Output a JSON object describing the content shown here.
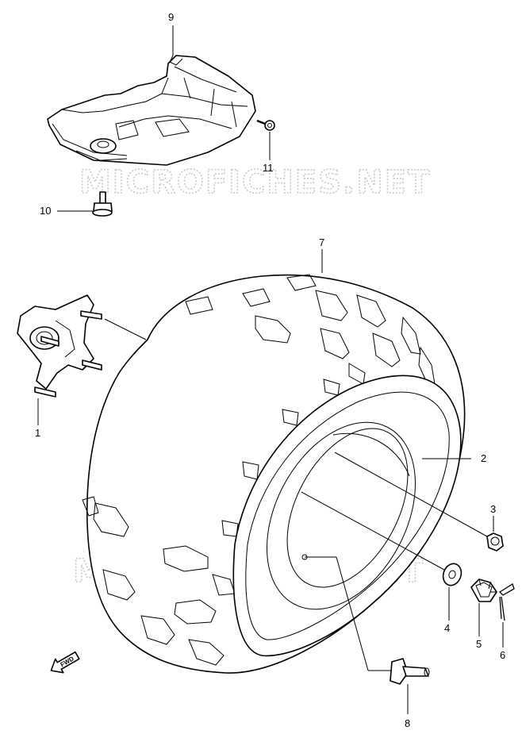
{
  "watermark": "MICROFICHES.NET",
  "fwd_label": "FWD",
  "callouts": [
    {
      "id": "1",
      "part": "hub"
    },
    {
      "id": "2",
      "part": "rim"
    },
    {
      "id": "3",
      "part": "nut"
    },
    {
      "id": "4",
      "part": "washer"
    },
    {
      "id": "5",
      "part": "castle-nut"
    },
    {
      "id": "6",
      "part": "cotter-pin"
    },
    {
      "id": "7",
      "part": "tire"
    },
    {
      "id": "8",
      "part": "valve"
    },
    {
      "id": "9",
      "part": "guard"
    },
    {
      "id": "10",
      "part": "bolt"
    },
    {
      "id": "11",
      "part": "screw"
    }
  ]
}
